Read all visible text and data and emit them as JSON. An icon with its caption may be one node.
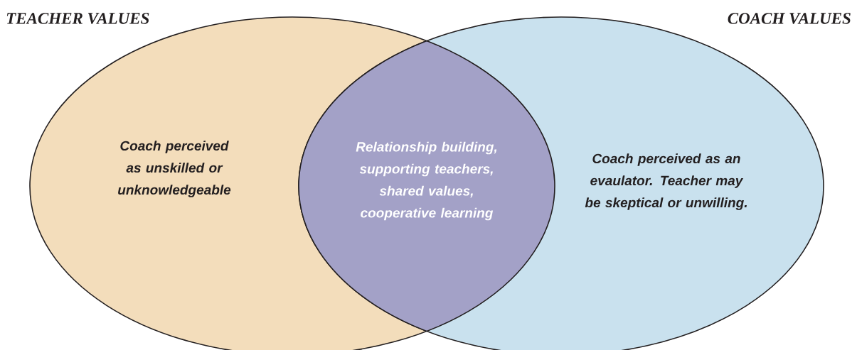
{
  "diagram": {
    "nodes": [
      {
        "text": [
          "TEACHER VALUES",
          "Coach perceived as unskilled or unknowledgeable"
        ]
      },
      {
        "text": [
          "COACH VALUES",
          "Coach perceived as an evaulator. Teacher may be skeptical or unwilling."
        ]
      },
      {
        "text": [
          "Relationship building, supporting teachers, shared values, cooperative learning"
        ]
      }
    ]
  }
}
